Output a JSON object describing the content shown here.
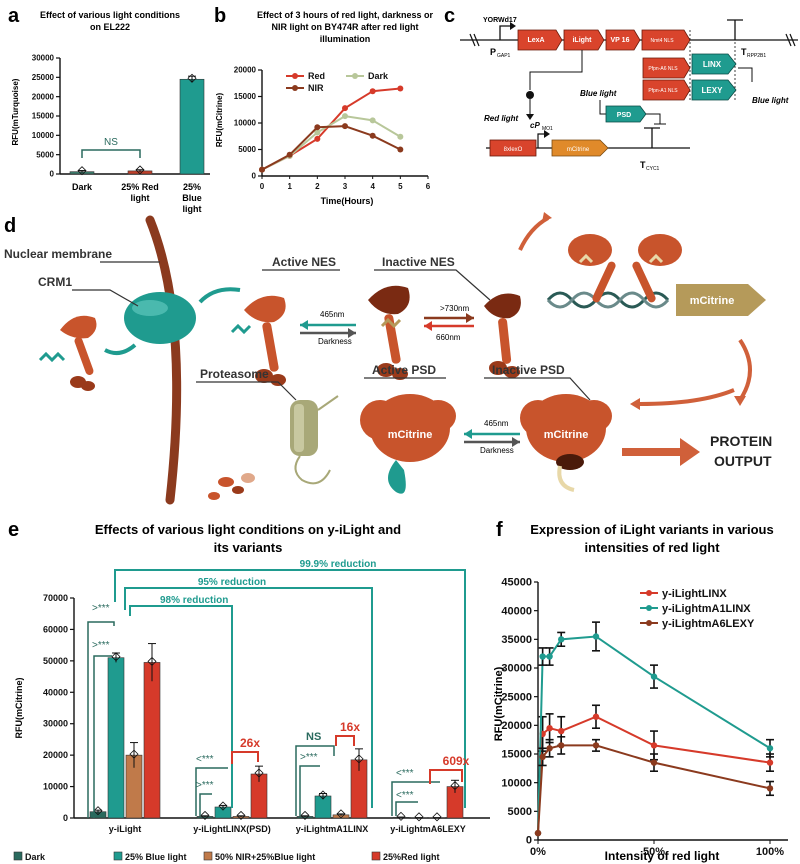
{
  "panel_a": {
    "letter": "a",
    "title_lines": [
      "Effect of various light conditions",
      "on EL222"
    ],
    "ylabel": "RFU(mTurquoise)",
    "sig_label": "NS",
    "categories": [
      [
        "Dark"
      ],
      [
        "25% Red",
        "light"
      ],
      [
        "25%",
        "Blue",
        "light"
      ]
    ],
    "colors": [
      "#3a7a6a",
      "#c0402a",
      "#1f9b8f"
    ]
  },
  "panel_b": {
    "letter": "b",
    "title_lines": [
      "Effect of 3 hours of red light, darkness or",
      "NIR light on BY474R after red light",
      "illumination"
    ],
    "ylabel": "RFU(mCitrine)",
    "xlabel": "Time(Hours)",
    "colors": [
      "#d63a2a",
      "#b8c79a",
      "#8b3a1e"
    ]
  },
  "panel_c": {
    "letter": "c",
    "labels": {
      "yorwd17": "YORWd17",
      "pgap": "P",
      "pgap_sub": "GAP1",
      "lexa": "LexA",
      "ilight": "iLight",
      "vp16": "VP 16",
      "nls": "Nmt4 NLS",
      "mpm_a6": "Pfpn-A6 NLS",
      "mpm_a1": "Pfpn-A1 NLS",
      "linx": "LINX",
      "lexy": "LEXY",
      "trpp": "T",
      "trpp_sub": "RPP2B1",
      "blue1": "Blue light",
      "blue2": "Blue light",
      "red": "Red light",
      "psd": "PSD",
      "cp": "cP",
      "cp_sub": "MO1",
      "lexo": "8xlexO",
      "mcitrine": "mCitrine",
      "tcyc": "T",
      "tcyc_sub": "CYC1"
    },
    "colors": {
      "red_box": "#d9442c",
      "teal_box": "#1f9b8f",
      "orange_box": "#e08a2a"
    }
  },
  "panel_d": {
    "letter": "d",
    "labels": {
      "nuclear_membrane": "Nuclear membrane",
      "crm1": "CRM1",
      "active_nes": "Active NES",
      "inactive_nes": "Inactive NES",
      "nm465": "465nm",
      "darkness1": "Darkness",
      "nm730": ">730nm",
      "nm660": "660nm",
      "mcitrine_dna": "mCitrine",
      "proteasome": "Proteasome",
      "active_psd": "Active PSD",
      "inactive_psd": "Inactive PSD",
      "mcitrine_active": "mCitrine",
      "mcitrine_inactive": "mCitrine",
      "nm465b": "465nm",
      "darkness2": "Darkness",
      "output_1": "PROTEIN",
      "output_2": "OUTPUT"
    },
    "colors": {
      "membrane": "#8b3a1e",
      "crm1": "#1f9b8f",
      "protein": "#c8542c",
      "dna": "#b59a5a"
    }
  },
  "panel_e": {
    "letter": "e",
    "title_lines": [
      "Effects of various light conditions on y-iLight and",
      "its variants"
    ],
    "ylabel": "RFU(mCitrine)",
    "brackets": {
      "b1": "99.9% reduction",
      "b2": "95% reduction",
      "b3": "98% reduction"
    },
    "sig": {
      "g1_a": ">***",
      "g1_b": ">***",
      "g2_a": "<***",
      "g2_b": ">***",
      "g3_a": "NS",
      "g3_b": ">***",
      "g4_a": "<***",
      "g4_b": "<***",
      "fold2": "26x",
      "fold3": "16x",
      "fold4": "609x"
    },
    "legend": [
      "Dark",
      "25% Blue light",
      "50% NIR+25%Blue light",
      "25%Red light"
    ],
    "colors": [
      "#2a6a5e",
      "#1f9b8f",
      "#c07a4a",
      "#d63a2a"
    ]
  },
  "panel_f": {
    "letter": "f",
    "title_lines": [
      "Expression of iLight variants in various",
      "intensities of red light"
    ],
    "ylabel": "RFU(mCitrine)",
    "xlabel": "Intensity of red light",
    "colors": [
      "#d63a2a",
      "#1f9b8f",
      "#8b3a1e"
    ]
  },
  "chart_data": [
    {
      "id": "a",
      "type": "bar",
      "categories": [
        "Dark",
        "25% Red light",
        "25% Blue light"
      ],
      "values": [
        600,
        800,
        24500
      ],
      "errors": [
        300,
        300,
        800
      ],
      "ylim": [
        0,
        30000
      ],
      "yticks": [
        0,
        5000,
        10000,
        15000,
        20000,
        25000,
        30000
      ]
    },
    {
      "id": "b",
      "type": "line",
      "x": [
        0,
        1,
        2,
        3,
        4,
        5
      ],
      "xlim": [
        0,
        6
      ],
      "xticks": [
        0,
        1,
        2,
        3,
        4,
        5,
        6
      ],
      "ylim": [
        0,
        20000
      ],
      "yticks": [
        0,
        5000,
        10000,
        15000,
        20000
      ],
      "legend_position": "top",
      "series": [
        {
          "name": "Red",
          "values": [
            1200,
            3800,
            7000,
            12800,
            16000,
            16500
          ]
        },
        {
          "name": "Dark",
          "values": [
            1200,
            3800,
            8200,
            11300,
            10500,
            7400
          ]
        },
        {
          "name": "NIR",
          "values": [
            1200,
            4000,
            9200,
            9400,
            7600,
            5000
          ]
        }
      ]
    },
    {
      "id": "e",
      "type": "bar",
      "categories": [
        "y-iLight",
        "y-iLightLINX(PSD)",
        "y-iLightmA1LINX",
        "y-iLightmA6LEXY"
      ],
      "ylim": [
        0,
        70000
      ],
      "yticks": [
        0,
        10000,
        20000,
        30000,
        40000,
        50000,
        60000,
        70000
      ],
      "series": [
        {
          "name": "Dark",
          "values": [
            2000,
            500,
            500,
            200
          ],
          "errors": [
            500,
            200,
            200,
            100
          ]
        },
        {
          "name": "25% Blue light",
          "values": [
            51000,
            3500,
            7000,
            50
          ],
          "errors": [
            1500,
            500,
            800,
            50
          ]
        },
        {
          "name": "50% NIR+25%Blue light",
          "values": [
            20000,
            500,
            1000,
            50
          ],
          "errors": [
            4000,
            200,
            300,
            50
          ]
        },
        {
          "name": "25%Red light",
          "values": [
            49500,
            14000,
            18500,
            10000
          ],
          "errors": [
            6000,
            2500,
            3500,
            2000
          ]
        }
      ]
    },
    {
      "id": "f",
      "type": "line",
      "x": [
        0,
        2,
        5,
        10,
        25,
        50,
        100
      ],
      "xticks": [
        "0%",
        "50%",
        "100%"
      ],
      "ylim": [
        0,
        45000
      ],
      "yticks": [
        0,
        5000,
        10000,
        15000,
        20000,
        25000,
        30000,
        35000,
        40000,
        45000
      ],
      "legend_position": "top-right",
      "series": [
        {
          "name": "y-iLightLINX",
          "values": [
            1200,
            18500,
            19500,
            19000,
            21500,
            16500,
            13500
          ],
          "errors": [
            0,
            3000,
            2500,
            2500,
            2000,
            2500,
            1500
          ]
        },
        {
          "name": "y-iLightmA1LINX",
          "values": [
            1200,
            32000,
            32000,
            35000,
            35500,
            28500,
            16000
          ],
          "errors": [
            0,
            1500,
            1500,
            1200,
            2500,
            2000,
            1500
          ]
        },
        {
          "name": "y-iLightmA6LEXY",
          "values": [
            1200,
            14500,
            16000,
            16500,
            16500,
            13500,
            9000
          ],
          "errors": [
            0,
            1500,
            1500,
            1500,
            1000,
            1500,
            1200
          ]
        }
      ]
    }
  ]
}
